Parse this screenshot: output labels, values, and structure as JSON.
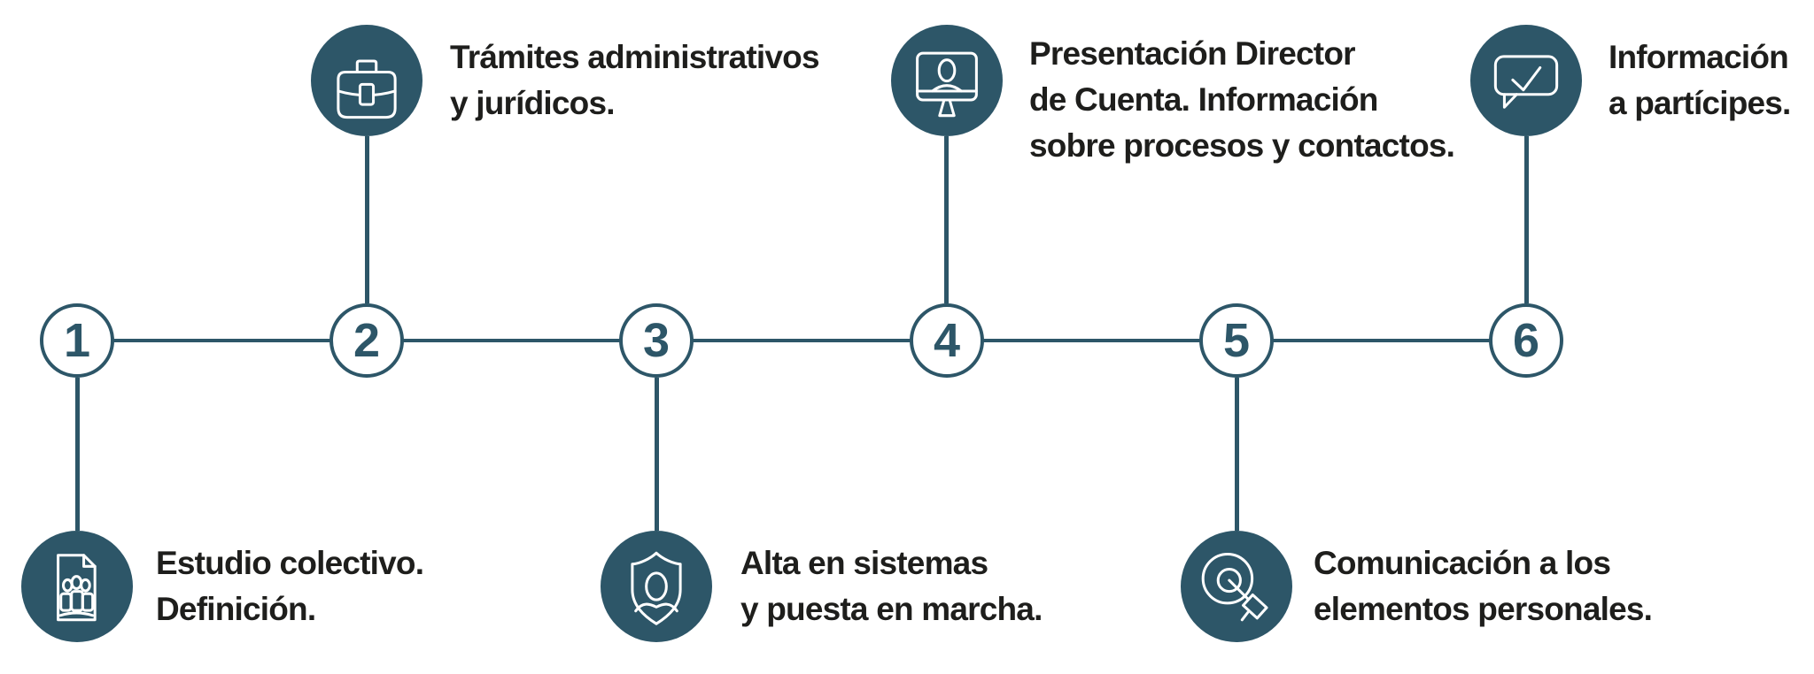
{
  "colors": {
    "accent": "#2d5668",
    "text": "#1e1e1c",
    "background": "#ffffff"
  },
  "timeline": {
    "type": "process-steps",
    "orientation": "horizontal",
    "steps": [
      {
        "number": "1",
        "position": "below",
        "icon": "document-people-icon",
        "lines": [
          "Estudio colectivo.",
          "Definición."
        ]
      },
      {
        "number": "2",
        "position": "above",
        "icon": "briefcase-icon",
        "lines": [
          "Trámites administrativos",
          "y jurídicos."
        ]
      },
      {
        "number": "3",
        "position": "below",
        "icon": "shield-person-icon",
        "lines": [
          "Alta en sistemas",
          "y puesta en marcha."
        ]
      },
      {
        "number": "4",
        "position": "above",
        "icon": "monitor-person-icon",
        "lines": [
          "Presentación Director",
          "de Cuenta. Información",
          "sobre procesos y contactos."
        ]
      },
      {
        "number": "5",
        "position": "below",
        "icon": "target-arrow-icon",
        "lines": [
          "Comunicación a los",
          "elementos personales."
        ]
      },
      {
        "number": "6",
        "position": "above",
        "icon": "speech-bubble-check-icon",
        "lines": [
          "Información",
          "a partícipes."
        ]
      }
    ]
  }
}
